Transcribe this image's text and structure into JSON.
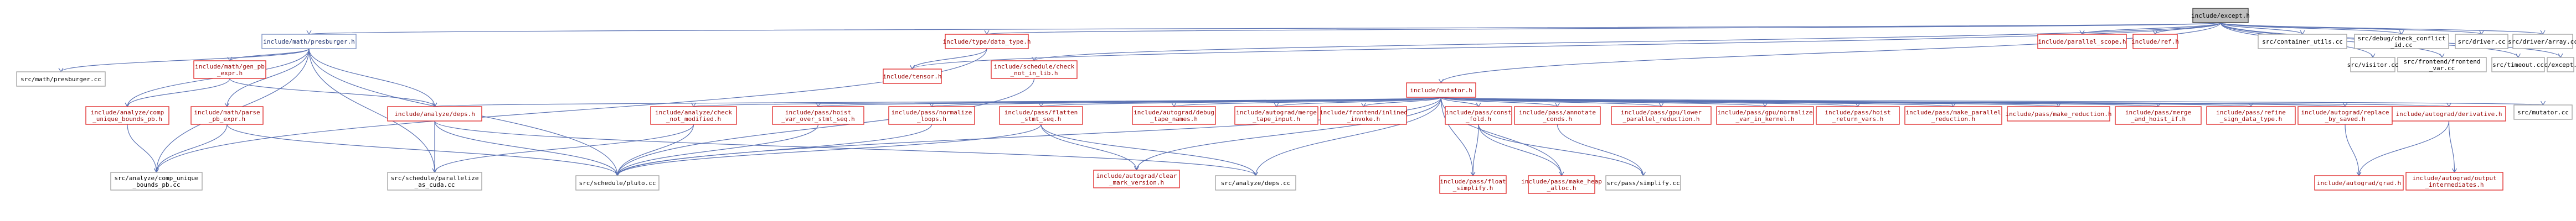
{
  "graph": {
    "kind": "include dependency graph",
    "colors": {
      "root_fill": "#bfbfbf",
      "edge": "#5b72b3",
      "red_border": "#e03030",
      "gray_border": "#a6a6a6",
      "blue_border": "#7f93c4"
    },
    "nodes": [
      {
        "id": "except",
        "style": "root",
        "lines": [
          "include/except.h"
        ]
      },
      {
        "id": "presburger",
        "style": "blue",
        "lines": [
          "include/math/presburger.h"
        ]
      },
      {
        "id": "type_data",
        "style": "red",
        "lines": [
          "include/type/data_type.h"
        ]
      },
      {
        "id": "parallel_scope",
        "style": "red",
        "lines": [
          "include/parallel_scope.h"
        ]
      },
      {
        "id": "ref",
        "style": "red",
        "lines": [
          "include/ref.h"
        ]
      },
      {
        "id": "container_utils",
        "style": "gray",
        "lines": [
          "src/container_utils.cc"
        ]
      },
      {
        "id": "check_conflict",
        "style": "gray",
        "lines": [
          "src/debug/check_conflict",
          "_id.cc"
        ]
      },
      {
        "id": "driver",
        "style": "gray",
        "lines": [
          "src/driver.cc"
        ]
      },
      {
        "id": "driver_array",
        "style": "gray",
        "lines": [
          "src/driver/array.cc"
        ]
      },
      {
        "id": "except_cc",
        "style": "gray",
        "lines": [
          "src/except.cc"
        ]
      },
      {
        "id": "frontend_var",
        "style": "gray",
        "lines": [
          "src/frontend/frontend",
          "_var.cc"
        ]
      },
      {
        "id": "timeout",
        "style": "gray",
        "lines": [
          "src/timeout.cc"
        ]
      },
      {
        "id": "visitor",
        "style": "gray",
        "lines": [
          "src/visitor.cc"
        ]
      },
      {
        "id": "presburger_cc",
        "style": "gray",
        "lines": [
          "src/math/presburger.cc"
        ]
      },
      {
        "id": "gen_pb_expr",
        "style": "red",
        "lines": [
          "include/math/gen_pb",
          "_expr.h"
        ]
      },
      {
        "id": "tensor",
        "style": "red",
        "lines": [
          "include/tensor.h"
        ]
      },
      {
        "id": "check_not_in_lib",
        "style": "red",
        "lines": [
          "include/schedule/check",
          "_not_in_lib.h"
        ]
      },
      {
        "id": "mutator",
        "style": "red",
        "lines": [
          "include/mutator.h"
        ]
      },
      {
        "id": "mutator_cc",
        "style": "gray",
        "lines": [
          "src/mutator.cc"
        ]
      },
      {
        "id": "comp_unique_h",
        "style": "red",
        "lines": [
          "include/analyze/comp",
          "_unique_bounds_pb.h"
        ]
      },
      {
        "id": "parse_pb_expr",
        "style": "red",
        "lines": [
          "include/math/parse",
          "_pb_expr.h"
        ]
      },
      {
        "id": "deps_h",
        "style": "red",
        "lines": [
          "include/analyze/deps.h"
        ]
      },
      {
        "id": "check_not_modified",
        "style": "red",
        "lines": [
          "include/analyze/check",
          "_not_modified.h"
        ]
      },
      {
        "id": "hoist_var",
        "style": "red",
        "lines": [
          "include/pass/hoist",
          "_var_over_stmt_seq.h"
        ]
      },
      {
        "id": "normalize_loops",
        "style": "red",
        "lines": [
          "include/pass/normalize",
          "_loops.h"
        ]
      },
      {
        "id": "flatten_stmt_seq",
        "style": "red",
        "lines": [
          "include/pass/flatten",
          "_stmt_seq.h"
        ]
      },
      {
        "id": "debug_tape_names",
        "style": "red",
        "lines": [
          "include/autograd/debug",
          "_tape_names.h"
        ]
      },
      {
        "id": "merge_tape_input",
        "style": "red",
        "lines": [
          "include/autograd/merge",
          "_tape_input.h"
        ]
      },
      {
        "id": "inlined_invoke",
        "style": "red",
        "lines": [
          "include/frontend/inlined",
          "_invoke.h"
        ]
      },
      {
        "id": "const_fold",
        "style": "red",
        "lines": [
          "include/pass/const",
          "_fold.h"
        ]
      },
      {
        "id": "annotate_conds",
        "style": "red",
        "lines": [
          "include/pass/annotate",
          "_conds.h"
        ]
      },
      {
        "id": "gpu_lower_parallel",
        "style": "red",
        "lines": [
          "include/pass/gpu/lower",
          "_parallel_reduction.h"
        ]
      },
      {
        "id": "normalize_var_in_kernel",
        "style": "red",
        "lines": [
          "include/pass/gpu/normalize",
          "_var_in_kernel.h"
        ]
      },
      {
        "id": "hoist_return_vars",
        "style": "red",
        "lines": [
          "include/pass/hoist",
          "_return_vars.h"
        ]
      },
      {
        "id": "make_parallel_reduction",
        "style": "red",
        "lines": [
          "include/pass/make_parallel",
          "_reduction.h"
        ]
      },
      {
        "id": "make_reduction",
        "style": "red",
        "lines": [
          "include/pass/make_reduction.h"
        ]
      },
      {
        "id": "merge_hoist_if",
        "style": "red",
        "lines": [
          "include/pass/merge",
          "_and_hoist_if.h"
        ]
      },
      {
        "id": "refine_sign",
        "style": "red",
        "lines": [
          "include/pass/refine",
          "_sign_data_type.h"
        ]
      },
      {
        "id": "replace_by_saved",
        "style": "red",
        "lines": [
          "include/autograd/replace",
          "_by_saved.h"
        ]
      },
      {
        "id": "derivative",
        "style": "red",
        "lines": [
          "include/autograd/derivative.h"
        ]
      },
      {
        "id": "comp_unique_cc",
        "style": "gray",
        "lines": [
          "src/analyze/comp_unique",
          "_bounds_pb.cc"
        ]
      },
      {
        "id": "check_parallelize",
        "style": "gray",
        "lines": [
          "src/schedule/parallelize",
          "_as_cuda.cc"
        ]
      },
      {
        "id": "pluto",
        "style": "gray",
        "lines": [
          "src/schedule/pluto.cc"
        ]
      },
      {
        "id": "mark_version",
        "style": "red",
        "lines": [
          "include/autograd/clear",
          "_mark_version.h"
        ]
      },
      {
        "id": "deps_cc",
        "style": "gray",
        "lines": [
          "src/analyze/deps.cc"
        ]
      },
      {
        "id": "float_simplify",
        "style": "red",
        "lines": [
          "include/pass/float",
          "_simplify.h"
        ]
      },
      {
        "id": "make_heap_alloc",
        "style": "red",
        "lines": [
          "include/pass/make_heap",
          "_alloc.h"
        ]
      },
      {
        "id": "simplify_cc",
        "style": "gray",
        "lines": [
          "src/pass/simplify.cc"
        ]
      },
      {
        "id": "grad",
        "style": "red",
        "lines": [
          "include/autograd/grad.h"
        ]
      },
      {
        "id": "output_intermediates",
        "style": "red",
        "lines": [
          "include/autograd/output",
          "_intermediates.h"
        ]
      }
    ],
    "edges": [
      [
        "except",
        "presburger"
      ],
      [
        "except",
        "type_data"
      ],
      [
        "except",
        "parallel_scope"
      ],
      [
        "except",
        "ref"
      ],
      [
        "except",
        "container_utils"
      ],
      [
        "except",
        "check_conflict"
      ],
      [
        "except",
        "driver"
      ],
      [
        "except",
        "driver_array"
      ],
      [
        "except",
        "except_cc"
      ],
      [
        "except",
        "frontend_var"
      ],
      [
        "except",
        "timeout"
      ],
      [
        "except",
        "visitor"
      ],
      [
        "except",
        "mutator"
      ],
      [
        "except",
        "tensor"
      ],
      [
        "except",
        "check_not_in_lib"
      ],
      [
        "presburger",
        "presburger_cc"
      ],
      [
        "presburger",
        "gen_pb_expr"
      ],
      [
        "presburger",
        "parse_pb_expr"
      ],
      [
        "presburger",
        "comp_unique_h"
      ],
      [
        "presburger",
        "deps_h"
      ],
      [
        "presburger",
        "comp_unique_cc"
      ],
      [
        "presburger",
        "check_parallelize"
      ],
      [
        "presburger",
        "pluto"
      ],
      [
        "type_data",
        "tensor"
      ],
      [
        "type_data",
        "comp_unique_cc"
      ],
      [
        "check_not_in_lib",
        "pluto"
      ],
      [
        "gen_pb_expr",
        "comp_unique_h"
      ],
      [
        "gen_pb_expr",
        "deps_h"
      ],
      [
        "comp_unique_h",
        "comp_unique_cc"
      ],
      [
        "parse_pb_expr",
        "comp_unique_cc"
      ],
      [
        "parse_pb_expr",
        "pluto"
      ],
      [
        "deps_h",
        "deps_cc"
      ],
      [
        "deps_h",
        "check_parallelize"
      ],
      [
        "deps_h",
        "pluto"
      ],
      [
        "mutator",
        "mutator_cc"
      ],
      [
        "mutator",
        "check_not_modified"
      ],
      [
        "mutator",
        "hoist_var"
      ],
      [
        "mutator",
        "normalize_loops"
      ],
      [
        "mutator",
        "flatten_stmt_seq"
      ],
      [
        "mutator",
        "debug_tape_names"
      ],
      [
        "mutator",
        "merge_tape_input"
      ],
      [
        "mutator",
        "inlined_invoke"
      ],
      [
        "mutator",
        "const_fold"
      ],
      [
        "mutator",
        "annotate_conds"
      ],
      [
        "mutator",
        "gpu_lower_parallel"
      ],
      [
        "mutator",
        "normalize_var_in_kernel"
      ],
      [
        "mutator",
        "hoist_return_vars"
      ],
      [
        "mutator",
        "make_parallel_reduction"
      ],
      [
        "mutator",
        "make_reduction"
      ],
      [
        "mutator",
        "merge_hoist_if"
      ],
      [
        "mutator",
        "refine_sign"
      ],
      [
        "mutator",
        "replace_by_saved"
      ],
      [
        "mutator",
        "derivative"
      ],
      [
        "mutator",
        "deps_h"
      ],
      [
        "mutator",
        "mark_version"
      ],
      [
        "mutator",
        "pluto"
      ],
      [
        "mutator",
        "deps_cc"
      ],
      [
        "mutator",
        "float_simplify"
      ],
      [
        "mutator",
        "make_heap_alloc"
      ],
      [
        "check_not_modified",
        "pluto"
      ],
      [
        "check_not_modified",
        "check_parallelize"
      ],
      [
        "hoist_var",
        "pluto"
      ],
      [
        "normalize_loops",
        "pluto"
      ],
      [
        "flatten_stmt_seq",
        "pluto"
      ],
      [
        "flatten_stmt_seq",
        "mark_version"
      ],
      [
        "flatten_stmt_seq",
        "deps_cc"
      ],
      [
        "const_fold",
        "float_simplify"
      ],
      [
        "const_fold",
        "make_heap_alloc"
      ],
      [
        "const_fold",
        "simplify_cc"
      ],
      [
        "annotate_conds",
        "simplify_cc"
      ],
      [
        "replace_by_saved",
        "grad"
      ],
      [
        "derivative",
        "grad"
      ],
      [
        "derivative",
        "output_intermediates"
      ]
    ]
  }
}
